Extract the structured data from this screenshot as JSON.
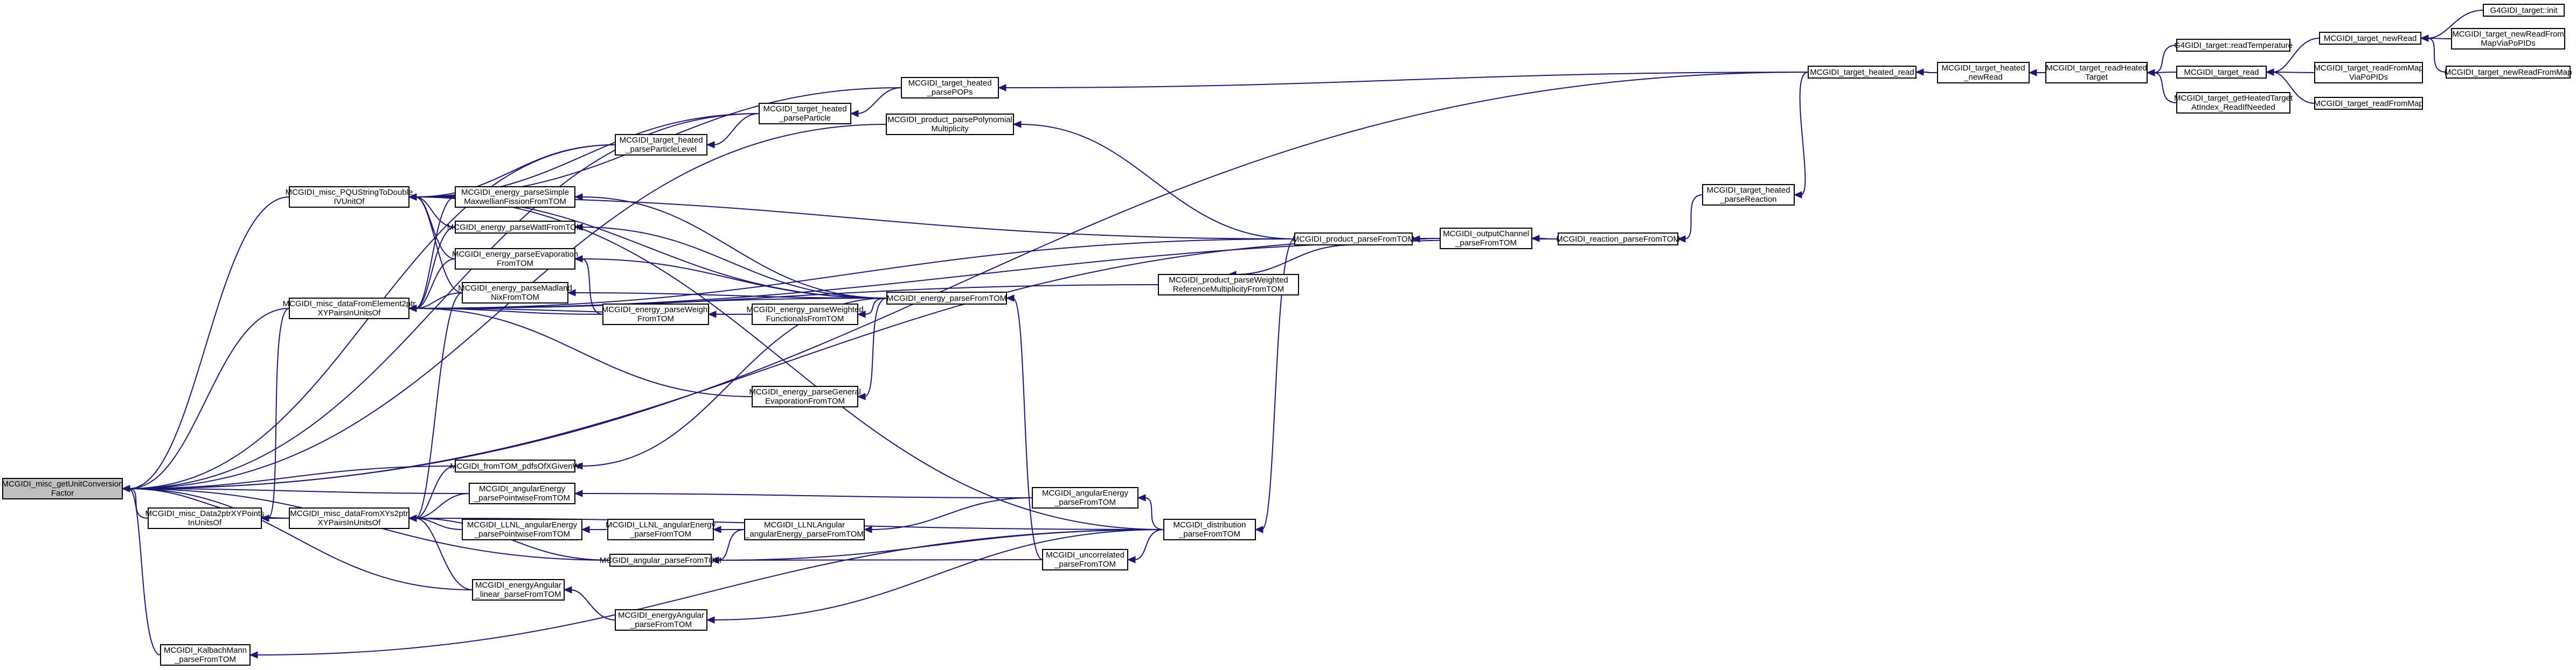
{
  "nodes": [
    {
      "id": "n0",
      "lines": [
        "MCGIDI_misc_getUnitConversion",
        "Factor"
      ],
      "root": true
    },
    {
      "id": "n1",
      "lines": [
        "MCGIDI_misc_PQUStringToDouble",
        "IVUnitOf"
      ]
    },
    {
      "id": "n2",
      "lines": [
        "MCGIDI_misc_dataFromElement2ptr",
        "XYPairsInUnitsOf"
      ]
    },
    {
      "id": "n3",
      "lines": [
        "MCGIDI_misc_Data2ptrXYPoints",
        "InUnitsOf"
      ]
    },
    {
      "id": "n4",
      "lines": [
        "MCGIDI_misc_dataFromXYs2ptr",
        "XYPairsInUnitsOf"
      ]
    },
    {
      "id": "n5",
      "lines": [
        "MCGIDI_KalbachMann",
        "_parseFromTOM"
      ]
    },
    {
      "id": "n6",
      "lines": [
        "MCGIDI_energy_parseSimple",
        "MaxwellianFissionFromTOM"
      ]
    },
    {
      "id": "n7",
      "lines": [
        "MCGIDI_energy_parseWattFromTOM"
      ]
    },
    {
      "id": "n8",
      "lines": [
        "MCGIDI_energy_parseEvaporation",
        "FromTOM"
      ]
    },
    {
      "id": "n9",
      "lines": [
        "MCGIDI_energy_parseMadland",
        "NixFromTOM"
      ]
    },
    {
      "id": "n10",
      "lines": [
        "MCGIDI_fromTOM_pdfsOfXGivenW"
      ]
    },
    {
      "id": "n11",
      "lines": [
        "MCGIDI_angularEnergy",
        "_parsePointwiseFromTOM"
      ]
    },
    {
      "id": "n12",
      "lines": [
        "MCGIDI_LLNL_angularEnergy",
        "_parsePointwiseFromTOM"
      ]
    },
    {
      "id": "n13",
      "lines": [
        "MCGIDI_energyAngular",
        "_linear_parseFromTOM"
      ]
    },
    {
      "id": "n14",
      "lines": [
        "MCGIDI_target_heated",
        "_parseParticleLevel"
      ]
    },
    {
      "id": "n15",
      "lines": [
        "MCGIDI_energy_parseWeight",
        "FromTOM"
      ]
    },
    {
      "id": "n16",
      "lines": [
        "MCGIDI_energy_parseGeneral",
        "EvaporationFromTOM"
      ]
    },
    {
      "id": "n17",
      "lines": [
        "MCGIDI_LLNL_angularEnergy",
        "_parseFromTOM"
      ]
    },
    {
      "id": "n18",
      "lines": [
        "MCGIDI_angular_parseFromTOM"
      ]
    },
    {
      "id": "n19",
      "lines": [
        "MCGIDI_energyAngular",
        "_parseFromTOM"
      ]
    },
    {
      "id": "n20",
      "lines": [
        "MCGIDI_target_heated",
        "_parseParticle"
      ]
    },
    {
      "id": "n21",
      "lines": [
        "MCGIDI_target_heated",
        "_parsePOPs"
      ]
    },
    {
      "id": "n22",
      "lines": [
        "MCGIDI_product_parsePolynomial",
        "Multiplicity"
      ]
    },
    {
      "id": "n23",
      "lines": [
        "MCGIDI_energy_parseWeighted",
        "FunctionalsFromTOM"
      ]
    },
    {
      "id": "n24",
      "lines": [
        "MCGIDI_energy_parseFromTOM"
      ]
    },
    {
      "id": "n25",
      "lines": [
        "MCGIDI_LLNLAngular",
        "_angularEnergy_parseFromTOM"
      ]
    },
    {
      "id": "n26",
      "lines": [
        "MCGIDI_angularEnergy",
        "_parseFromTOM"
      ]
    },
    {
      "id": "n27",
      "lines": [
        "MCGIDI_uncorrelated",
        "_parseFromTOM"
      ]
    },
    {
      "id": "n28",
      "lines": [
        "MCGIDI_product_parseWeighted",
        "ReferenceMultiplicityFromTOM"
      ]
    },
    {
      "id": "n29",
      "lines": [
        "MCGIDI_product_parseFromTOM"
      ]
    },
    {
      "id": "n30",
      "lines": [
        "MCGIDI_distribution",
        "_parseFromTOM"
      ]
    },
    {
      "id": "n31",
      "lines": [
        "MCGIDI_outputChannel",
        "_parseFromTOM"
      ]
    },
    {
      "id": "n32",
      "lines": [
        "MCGIDI_reaction_parseFromTOM"
      ]
    },
    {
      "id": "n33",
      "lines": [
        "MCGIDI_target_heated",
        "_parseReaction"
      ]
    },
    {
      "id": "n34",
      "lines": [
        "MCGIDI_target_heated_read"
      ]
    },
    {
      "id": "n35",
      "lines": [
        "MCGIDI_target_heated",
        "_newRead"
      ]
    },
    {
      "id": "n36",
      "lines": [
        "MCGIDI_target_readHeated",
        "Target"
      ]
    },
    {
      "id": "n37",
      "lines": [
        "G4GIDI_target::readTemperature"
      ]
    },
    {
      "id": "n38",
      "lines": [
        "MCGIDI_target_read"
      ]
    },
    {
      "id": "n39",
      "lines": [
        "MCGIDI_target_getHeatedTarget",
        "AtIndex_ReadIfNeeded"
      ]
    },
    {
      "id": "n40",
      "lines": [
        "MCGIDI_target_newRead"
      ]
    },
    {
      "id": "n41",
      "lines": [
        "MCGIDI_target_readFromMap",
        "ViaPoPIDs"
      ]
    },
    {
      "id": "n42",
      "lines": [
        "MCGIDI_target_readFromMap"
      ]
    },
    {
      "id": "n43",
      "lines": [
        "G4GIDI_target::init"
      ]
    },
    {
      "id": "n44",
      "lines": [
        "MCGIDI_target_newReadFrom",
        "MapViaPoPIDs"
      ]
    },
    {
      "id": "n45",
      "lines": [
        "MCGIDI_target_newReadFromMap"
      ]
    }
  ]
}
